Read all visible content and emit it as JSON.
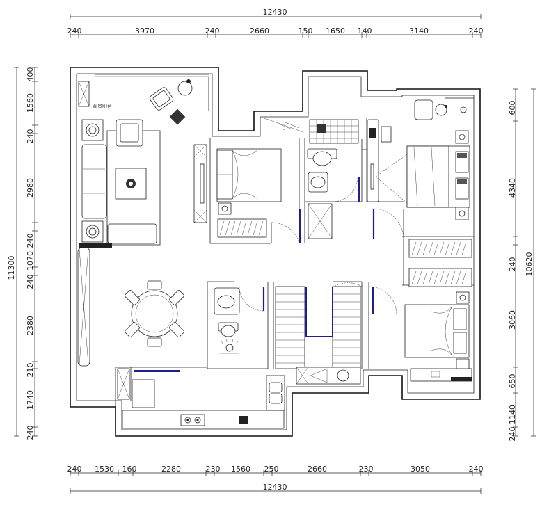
{
  "dimensions": {
    "top_total": "12430",
    "top_segments": [
      "240",
      "3970",
      "240",
      "2660",
      "150",
      "1650",
      "140",
      "3140",
      "240"
    ],
    "bottom_segments": [
      "240",
      "1530",
      "160",
      "2280",
      "230",
      "1560",
      "250",
      "2660",
      "230",
      "3050",
      "240"
    ],
    "bottom_total": "12430",
    "left_segments": [
      "400",
      "1560",
      "240",
      "2980",
      "240",
      "1070",
      "240",
      "2380",
      "210",
      "1740",
      "240"
    ],
    "left_total": "11300",
    "right_segments": [
      "600",
      "4340",
      "240",
      "3060",
      "650",
      "1140",
      "240"
    ],
    "right_total": "10620"
  },
  "labels": {
    "balcony": "观景阳台"
  },
  "colors": {
    "door_leaf": "#1e1e8c",
    "wall": "#111111"
  }
}
